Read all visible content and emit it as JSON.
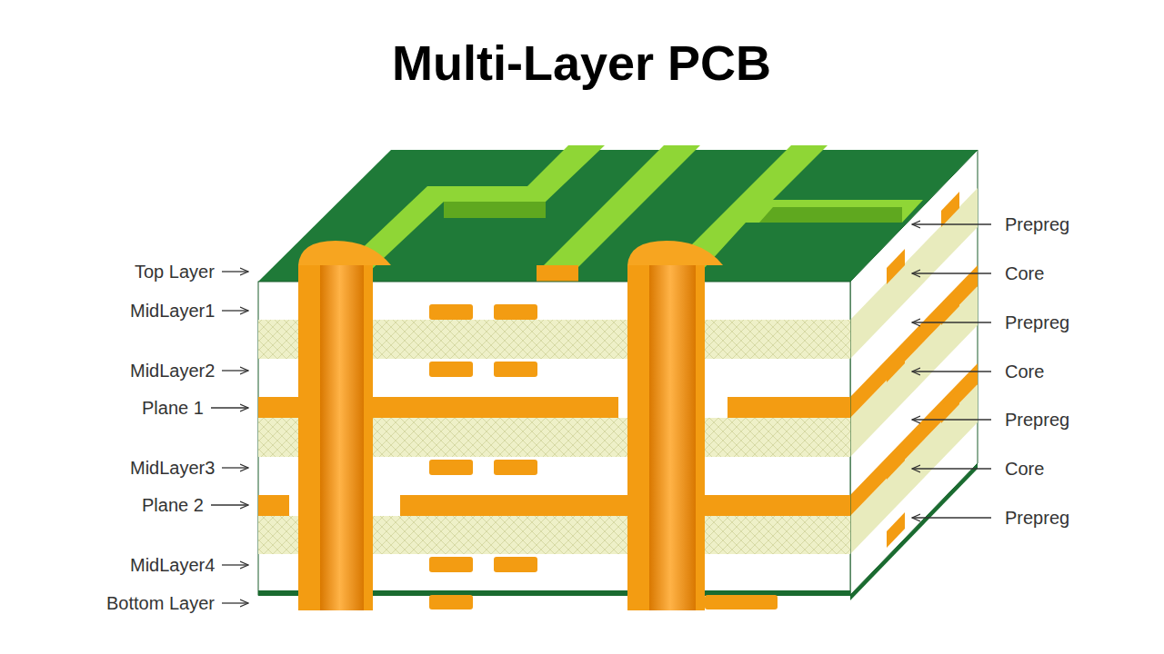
{
  "diagram": {
    "title": "Multi-Layer PCB",
    "labels": [
      "Top Layer",
      "MidLayer1",
      "MidLayer2",
      "Plane 1",
      "MidLayer3",
      "Plane 2",
      "MidLayer4",
      "Bottom Layer",
      "Prepreg",
      "Core",
      "Prepreg",
      "Core",
      "Prepreg",
      "Core",
      "Prepreg"
    ]
  }
}
